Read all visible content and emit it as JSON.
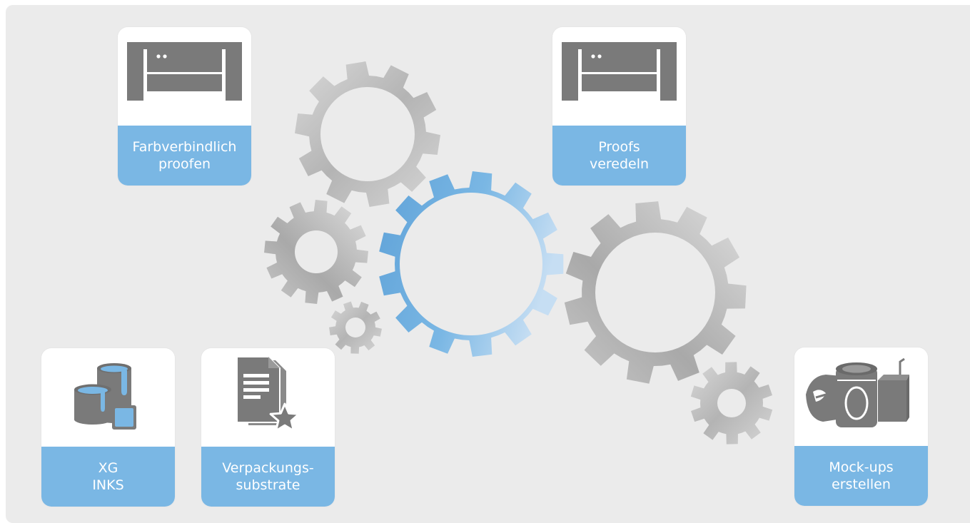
{
  "colors": {
    "panel": "#ebebeb",
    "label_bg": "#7ab7e4",
    "icon_gray": "#7a7a7a",
    "gear_blue": "#7ab7e4",
    "gear_gray": "#bdbdbd"
  },
  "cards": {
    "proof": {
      "line1": "Farbverbindlich",
      "line2": "proofen",
      "icon": "printer-icon"
    },
    "refine": {
      "line1": "Proofs",
      "line2": "veredeln",
      "icon": "printer-icon"
    },
    "inks": {
      "line1": "XG",
      "line2": "INKS",
      "icon": "ink-cans-icon"
    },
    "substrate": {
      "line1": "Verpackungs-",
      "line2": "substrate",
      "icon": "document-star-icon"
    },
    "mockups": {
      "line1": "Mock-ups",
      "line2": "erstellen",
      "icon": "packaging-products-icon"
    }
  }
}
